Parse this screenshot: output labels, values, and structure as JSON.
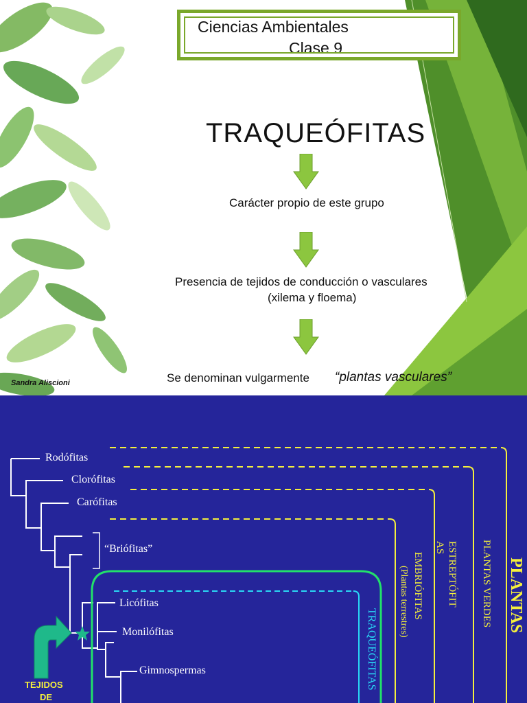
{
  "slide1": {
    "header_line1": "Ciencias Ambientales",
    "header_line2": "Clase 9",
    "title": "TRAQUEÓFITAS",
    "step1": "Carácter propio de este grupo",
    "step2_line1": "Presencia de tejidos de conducción o vasculares",
    "step2_line2": "(xilema y floema)",
    "step3_prefix": "Se denominan vulgarmente",
    "step3_quote": "“plantas vasculares”",
    "signature": "Sandra Aliscioni",
    "colors": {
      "frame": "#7aa82b",
      "arrow": "#8cc63f"
    }
  },
  "slide2": {
    "taxa": [
      "Rodófitas",
      "Clorófitas",
      "Carófitas",
      "“Briófitas”",
      "Licófitas",
      "Monilófitas",
      "Gimnospermas"
    ],
    "groups": {
      "traqueofitas": "TRAQUEÓFITAS",
      "embriofitas": "EMBRIÓFITAS",
      "embriofitas_sub": "(Plantas terrestres)",
      "estreptofitas_a": "ESTREPTÓFIT",
      "estreptofitas_b": "AS",
      "plantas_verdes": "PLANTAS VERDES",
      "plantas": "PLANTAS"
    },
    "callout_line1": "TEJIDOS",
    "callout_line2": "DE",
    "colors": {
      "background": "#25259a",
      "yellow": "#f5f03c",
      "cyan": "#29d9f5",
      "green": "#22e06a",
      "teal": "#1fb98a"
    }
  }
}
